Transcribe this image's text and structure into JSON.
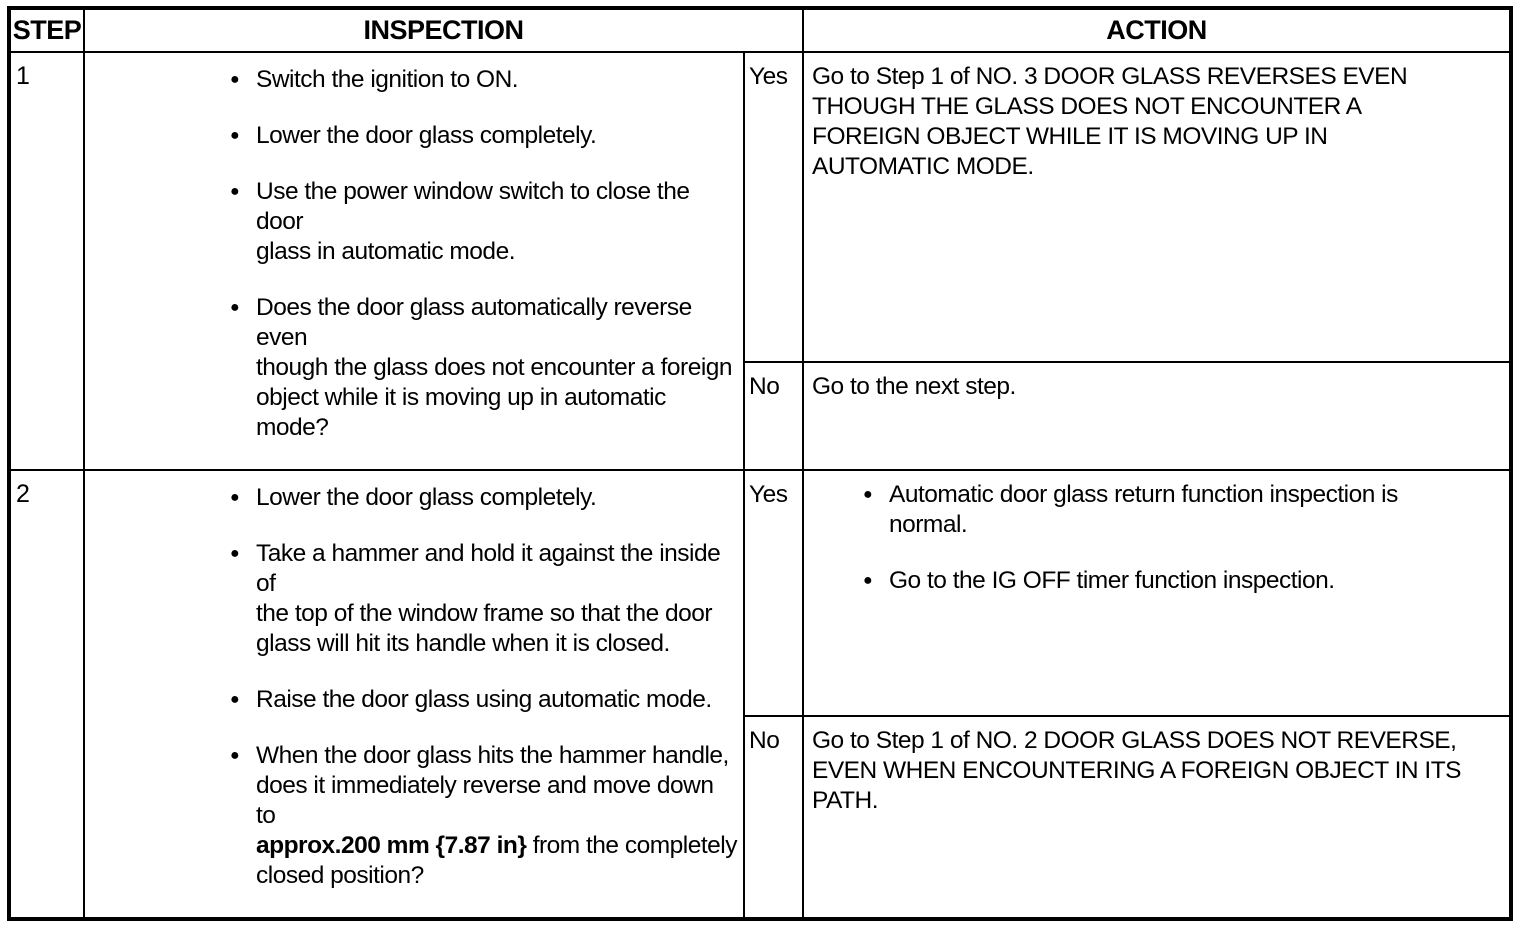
{
  "table": {
    "headers": {
      "step": "STEP",
      "inspection": "INSPECTION",
      "action": "ACTION"
    },
    "rows": [
      {
        "step": "1",
        "inspection_bullets": [
          {
            "lines": [
              "Switch the ignition to ON."
            ]
          },
          {
            "lines": [
              "Lower the door glass completely."
            ]
          },
          {
            "lines": [
              "Use the power window switch to close the door",
              "glass in automatic mode."
            ]
          },
          {
            "lines": [
              "Does the door glass automatically reverse even",
              "though the glass does not encounter a foreign",
              "object while it is moving up in automatic mode?"
            ]
          }
        ],
        "yes": {
          "label": "Yes",
          "action_lines": [
            "Go to Step 1 of NO. 3 DOOR GLASS REVERSES EVEN",
            "THOUGH THE GLASS DOES NOT ENCOUNTER A",
            "FOREIGN OBJECT WHILE IT IS MOVING UP IN",
            "AUTOMATIC MODE."
          ]
        },
        "no": {
          "label": "No",
          "action_lines": [
            "Go to the next step."
          ]
        }
      },
      {
        "step": "2",
        "inspection_bullets": [
          {
            "lines": [
              "Lower the door glass completely."
            ]
          },
          {
            "lines": [
              "Take a hammer and hold it against the inside of",
              "the top of the window frame so that the door",
              "glass will hit its handle when it is closed."
            ]
          },
          {
            "lines": [
              "Raise the door glass using automatic mode."
            ]
          },
          {
            "lines": [
              "When the door glass hits the hammer handle,",
              "does it immediately reverse and move down to"
            ],
            "line3_bold": "approx.200 mm {7.87 in}",
            "line3_rest": " from the completely",
            "line4": "closed position?"
          }
        ],
        "yes": {
          "label": "Yes",
          "action_bullets": [
            {
              "lines": [
                "Automatic door glass return function inspection is",
                "normal."
              ]
            },
            {
              "lines": [
                "Go to the IG OFF timer function inspection."
              ]
            }
          ]
        },
        "no": {
          "label": "No",
          "action_lines": [
            "Go to Step 1 of NO. 2 DOOR GLASS DOES NOT REVERSE,",
            "EVEN WHEN ENCOUNTERING A FOREIGN OBJECT IN ITS",
            "PATH."
          ]
        }
      }
    ]
  }
}
